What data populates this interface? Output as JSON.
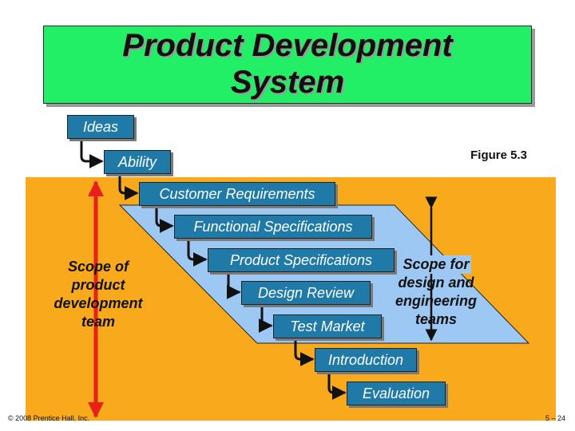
{
  "title": {
    "line1": "Product Development",
    "line2": "System"
  },
  "figure_label": "Figure 5.3",
  "stages": {
    "ideas": "Ideas",
    "ability": "Ability",
    "customer_requirements": "Customer Requirements",
    "functional_specifications": "Functional Specifications",
    "product_specifications": "Product Specifications",
    "design_review": "Design Review",
    "test_market": "Test Market",
    "introduction": "Introduction",
    "evaluation": "Evaluation"
  },
  "notes": {
    "scope_team": {
      "line1": "Scope of",
      "line2": "product",
      "line3": "development",
      "line4": "team"
    },
    "scope_design": {
      "line1": "Scope for",
      "line2": "design and",
      "line3": "engineering",
      "line4": "teams"
    }
  },
  "footer": {
    "copyright": "© 2008 Prentice Hall, Inc.",
    "page": "5 – 24"
  },
  "colors": {
    "title_bg": "#22ee66",
    "scope_region": "#f8aa1c",
    "design_region": "#9ec8f4",
    "stage_box": "#1f7aa8",
    "arrow_red": "#e8201a"
  }
}
